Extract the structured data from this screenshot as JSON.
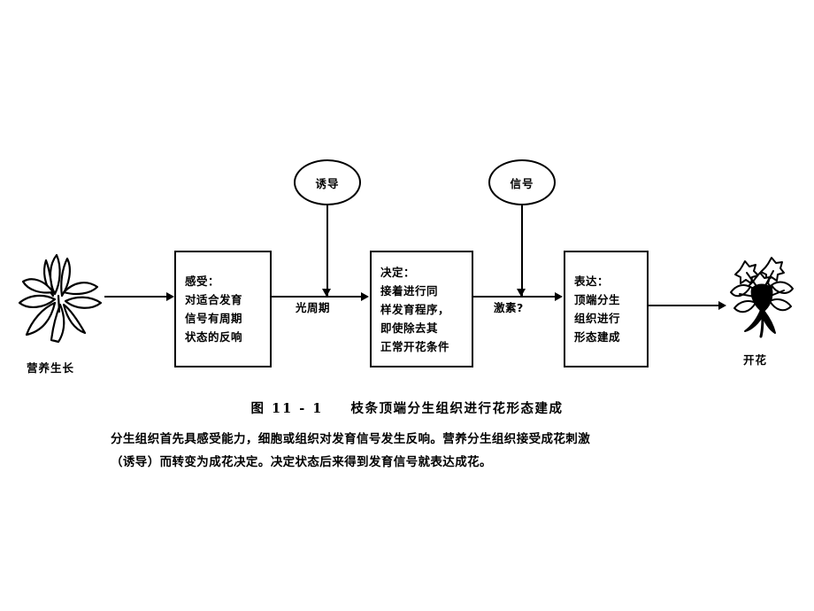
{
  "figure": {
    "caption_number": "图 11 - 1",
    "caption_title": "枝条顶端分生组织进行花形态建成",
    "body_lines": [
      "分生组织首先具感受能力，细胞或组织对发育信号发生反响。营养分生组织接受成花刺激",
      "（诱导）而转变为成花决定。决定状态后来得到发育信号就表达成花。"
    ]
  },
  "diagram": {
    "left_art": {
      "icon": "lily-plant-icon",
      "caption": "营养生长"
    },
    "right_art": {
      "icon": "flowering-plant-icon",
      "caption": "开花"
    },
    "boxes": [
      {
        "id": "perceive",
        "lines": [
          "感受：",
          "对适合发育",
          "信号有周期",
          "状态的反响"
        ]
      },
      {
        "id": "decide",
        "lines": [
          "决定：",
          "接着进行同",
          "样发育程序，",
          "即使除去其",
          "正常开花条件"
        ]
      },
      {
        "id": "express",
        "lines": [
          "表达：",
          "顶端分生",
          "组织进行",
          "形态建成"
        ]
      }
    ],
    "ellipses": [
      {
        "id": "induction",
        "label": "诱导"
      },
      {
        "id": "signal",
        "label": "信号"
      }
    ],
    "arrow_labels": [
      {
        "id": "photoperiod",
        "label": "光周期"
      },
      {
        "id": "hormone",
        "label": "激素?"
      }
    ]
  },
  "colors": {
    "ink": "#000000",
    "background": "#ffffff"
  }
}
